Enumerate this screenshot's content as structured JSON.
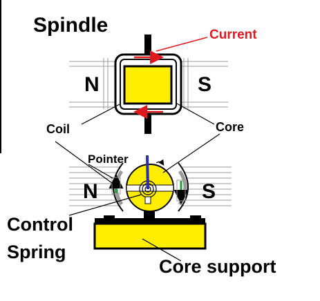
{
  "labels": {
    "spindle": "Spindle",
    "current": "Current",
    "north_top": "N",
    "south_top": "S",
    "coil": "Coil",
    "core": "Core",
    "pointer": "Pointer",
    "north_bottom": "N",
    "south_bottom": "S",
    "control_spring_line1": "Control",
    "control_spring_line2": "Spring",
    "core_support": "Core support"
  },
  "colors": {
    "core_fill": "#ffee00",
    "current_arrow": "#e0191f",
    "current_text": "#e0191f",
    "pointer": "#2b2fa8",
    "force_arrow": "#1e9e3a",
    "outline": "#000000",
    "field_lines": "#9a9a9a",
    "pole_shade": "#d8d8d8"
  }
}
